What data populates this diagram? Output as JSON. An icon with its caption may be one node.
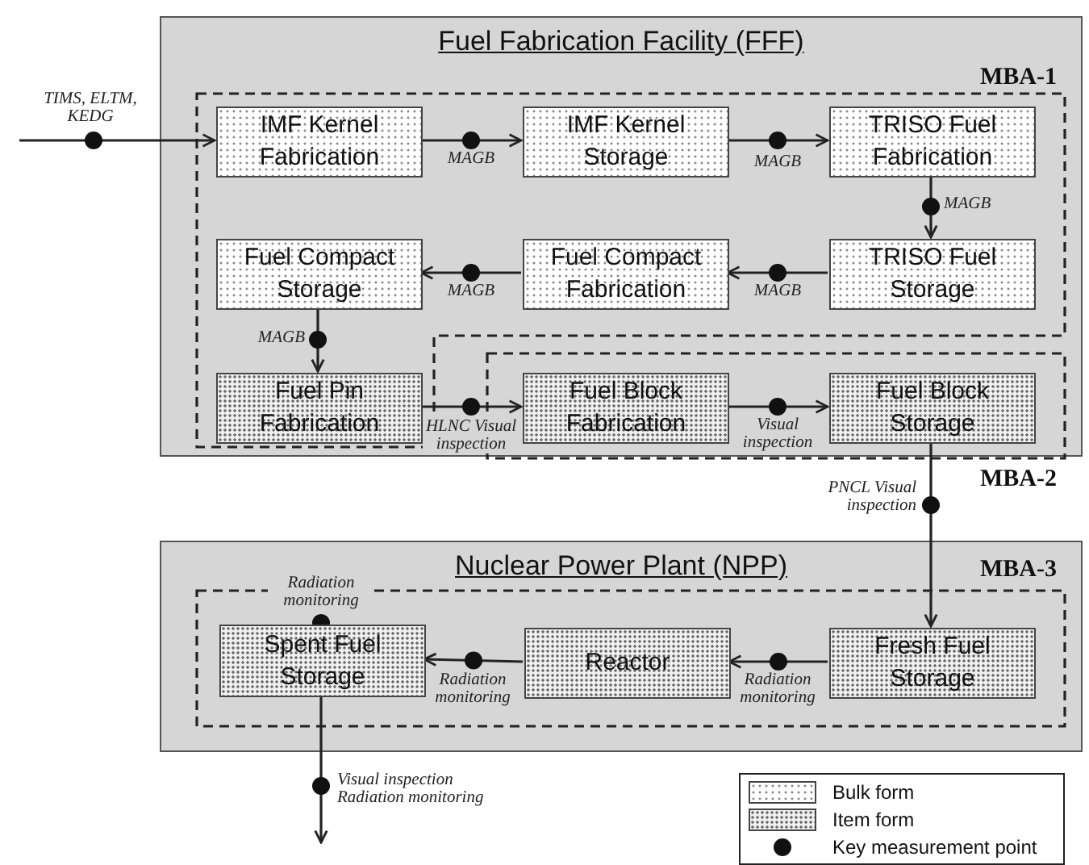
{
  "diagram": {
    "nodes": [
      {
        "text": [
          "Fuel Fabrication Facility (FFF)"
        ]
      },
      {
        "text": [
          "MBA-1"
        ],
        "in": 0
      },
      {
        "text": [
          "IMF Kernel Fabrication"
        ],
        "in": 1
      },
      {
        "text": [
          "IMF Kernel Storage"
        ],
        "in": 1
      },
      {
        "text": [
          "TRISO Fuel Fabrication"
        ],
        "in": 1
      },
      {
        "text": [
          "Fuel Compact Storage"
        ],
        "in": 1
      },
      {
        "text": [
          "Fuel Compact Fabrication"
        ],
        "in": 1
      },
      {
        "text": [
          "TRISO Fuel Storage"
        ],
        "in": 1
      },
      {
        "text": [
          "Fuel Pin Fabrication"
        ],
        "in": 1
      },
      {
        "text": [
          "MBA-2"
        ],
        "in": 0
      },
      {
        "text": [
          "Fuel Block Fabrication"
        ],
        "in": 9
      },
      {
        "text": [
          "Fuel Block Storage"
        ],
        "in": 9
      },
      {
        "text": [
          "Nuclear Power Plant (NPP)"
        ]
      },
      {
        "text": [
          "MBA-3"
        ],
        "in": 12
      },
      {
        "text": [
          "Spent Fuel Storage"
        ],
        "in": 13
      },
      {
        "text": [
          "Reactor"
        ],
        "in": 13
      },
      {
        "text": [
          "Fresh Fuel Storage"
        ],
        "in": 13
      }
    ],
    "edges": [
      {
        "from": null,
        "to": 2,
        "arrow": "to",
        "label": "TIMS, ELTM, KEDG"
      },
      {
        "from": 2,
        "to": 3,
        "arrow": "to",
        "label": "MAGB"
      },
      {
        "from": 3,
        "to": 4,
        "arrow": "to",
        "label": "MAGB"
      },
      {
        "from": 4,
        "to": 7,
        "arrow": "to",
        "label": "MAGB"
      },
      {
        "from": 7,
        "to": 6,
        "arrow": "to",
        "label": "MAGB"
      },
      {
        "from": 6,
        "to": 5,
        "arrow": "to",
        "label": "MAGB"
      },
      {
        "from": 5,
        "to": 8,
        "arrow": "to",
        "label": "MAGB"
      },
      {
        "from": 8,
        "to": 10,
        "arrow": "to",
        "label": "HLNC Visual inspection"
      },
      {
        "from": 10,
        "to": 11,
        "arrow": "to",
        "label": "Visual inspection"
      },
      {
        "from": 11,
        "to": 16,
        "arrow": "to",
        "label": "PNCL Visual inspection"
      },
      {
        "from": 16,
        "to": 15,
        "arrow": "to",
        "label": "Radiation monitoring"
      },
      {
        "from": 15,
        "to": 14,
        "arrow": "to",
        "label": "Radiation monitoring"
      },
      {
        "from": 14,
        "to": null,
        "arrow": "to",
        "label": "Visual inspection Radiation monitoring"
      }
    ],
    "labels": [
      "Radiation monitoring"
    ],
    "legend": [
      {
        "text": "Bulk form"
      },
      {
        "text": "Item form"
      },
      {
        "text": "Key measurement point"
      }
    ]
  }
}
